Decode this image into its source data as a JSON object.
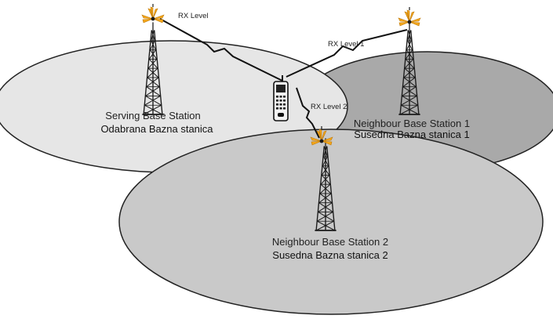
{
  "rx_labels": {
    "serving": "RX Level",
    "neighbour1": "RX Level 1",
    "neighbour2": "RX Level 2"
  },
  "stations": {
    "serving": {
      "name_en": "Serving Base Station",
      "name_sr": "Odabrana Bazna stanica"
    },
    "neighbour1": {
      "name_en": "Neighbour Base Station 1",
      "name_sr": "Susedna Bazna stanica 1"
    },
    "neighbour2": {
      "name_en": "Neighbour Base Station 2",
      "name_sr": "Susedna Bazna stanica 2"
    }
  },
  "colors": {
    "serving_cell": "#e6e6e6",
    "neighbour1_cell": "#a9a9a9",
    "neighbour2_cell": "#c9c9c9",
    "cell_outline": "#222222",
    "antenna": "#f2a51a",
    "tower": "#1a1a1a"
  }
}
